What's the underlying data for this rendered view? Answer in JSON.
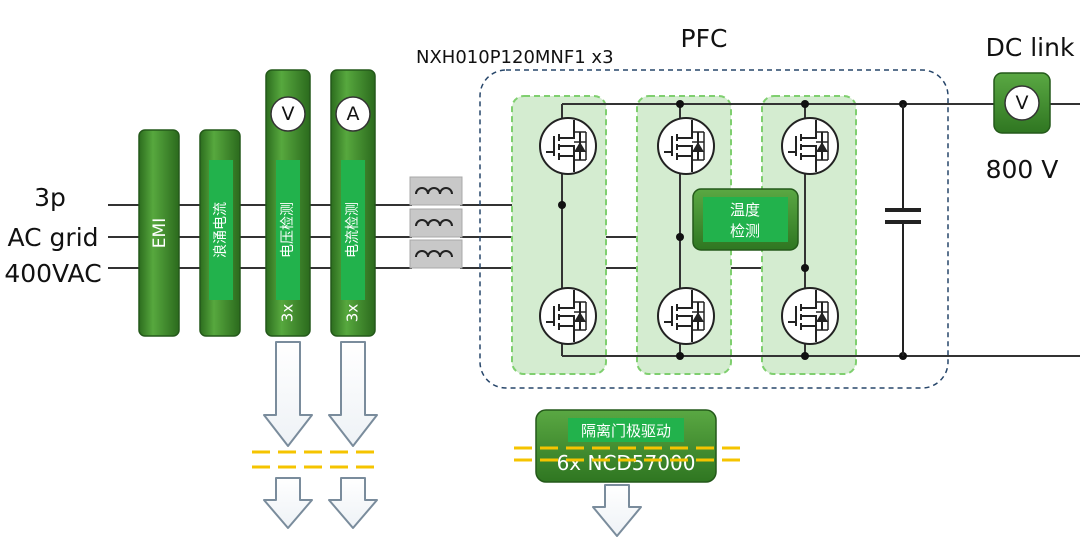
{
  "input": {
    "line1": "3p",
    "line2": "AC grid",
    "line3": "400VAC"
  },
  "blocks": {
    "emi": "EMI",
    "inrush": "浪涌电流",
    "voltage_sense": {
      "label": "电压检测",
      "count": "3x",
      "meter": "V"
    },
    "current_sense": {
      "label": "电流检测",
      "count": "3x",
      "meter": "A"
    }
  },
  "pfc": {
    "title": "PFC",
    "module": "NXH010P120MNF1 x3",
    "temp_label_1": "温度",
    "temp_label_2": "检测"
  },
  "dc_link": {
    "title": "DC link",
    "meter": "V",
    "voltage": "800 V"
  },
  "gate_driver": {
    "label": "隔离门极驱动",
    "part": "6x NCD57000"
  },
  "colors": {
    "block_green": "#3f8f2c",
    "block_dark": "#2a6a1c",
    "label_green": "#22b24c",
    "module_fill": "#d4ecd0",
    "module_border": "#7fcf6f",
    "divider": "#f5c400",
    "arrow_stroke": "#7a8c9c",
    "wire": "#333333",
    "boundary": "#27466a"
  }
}
